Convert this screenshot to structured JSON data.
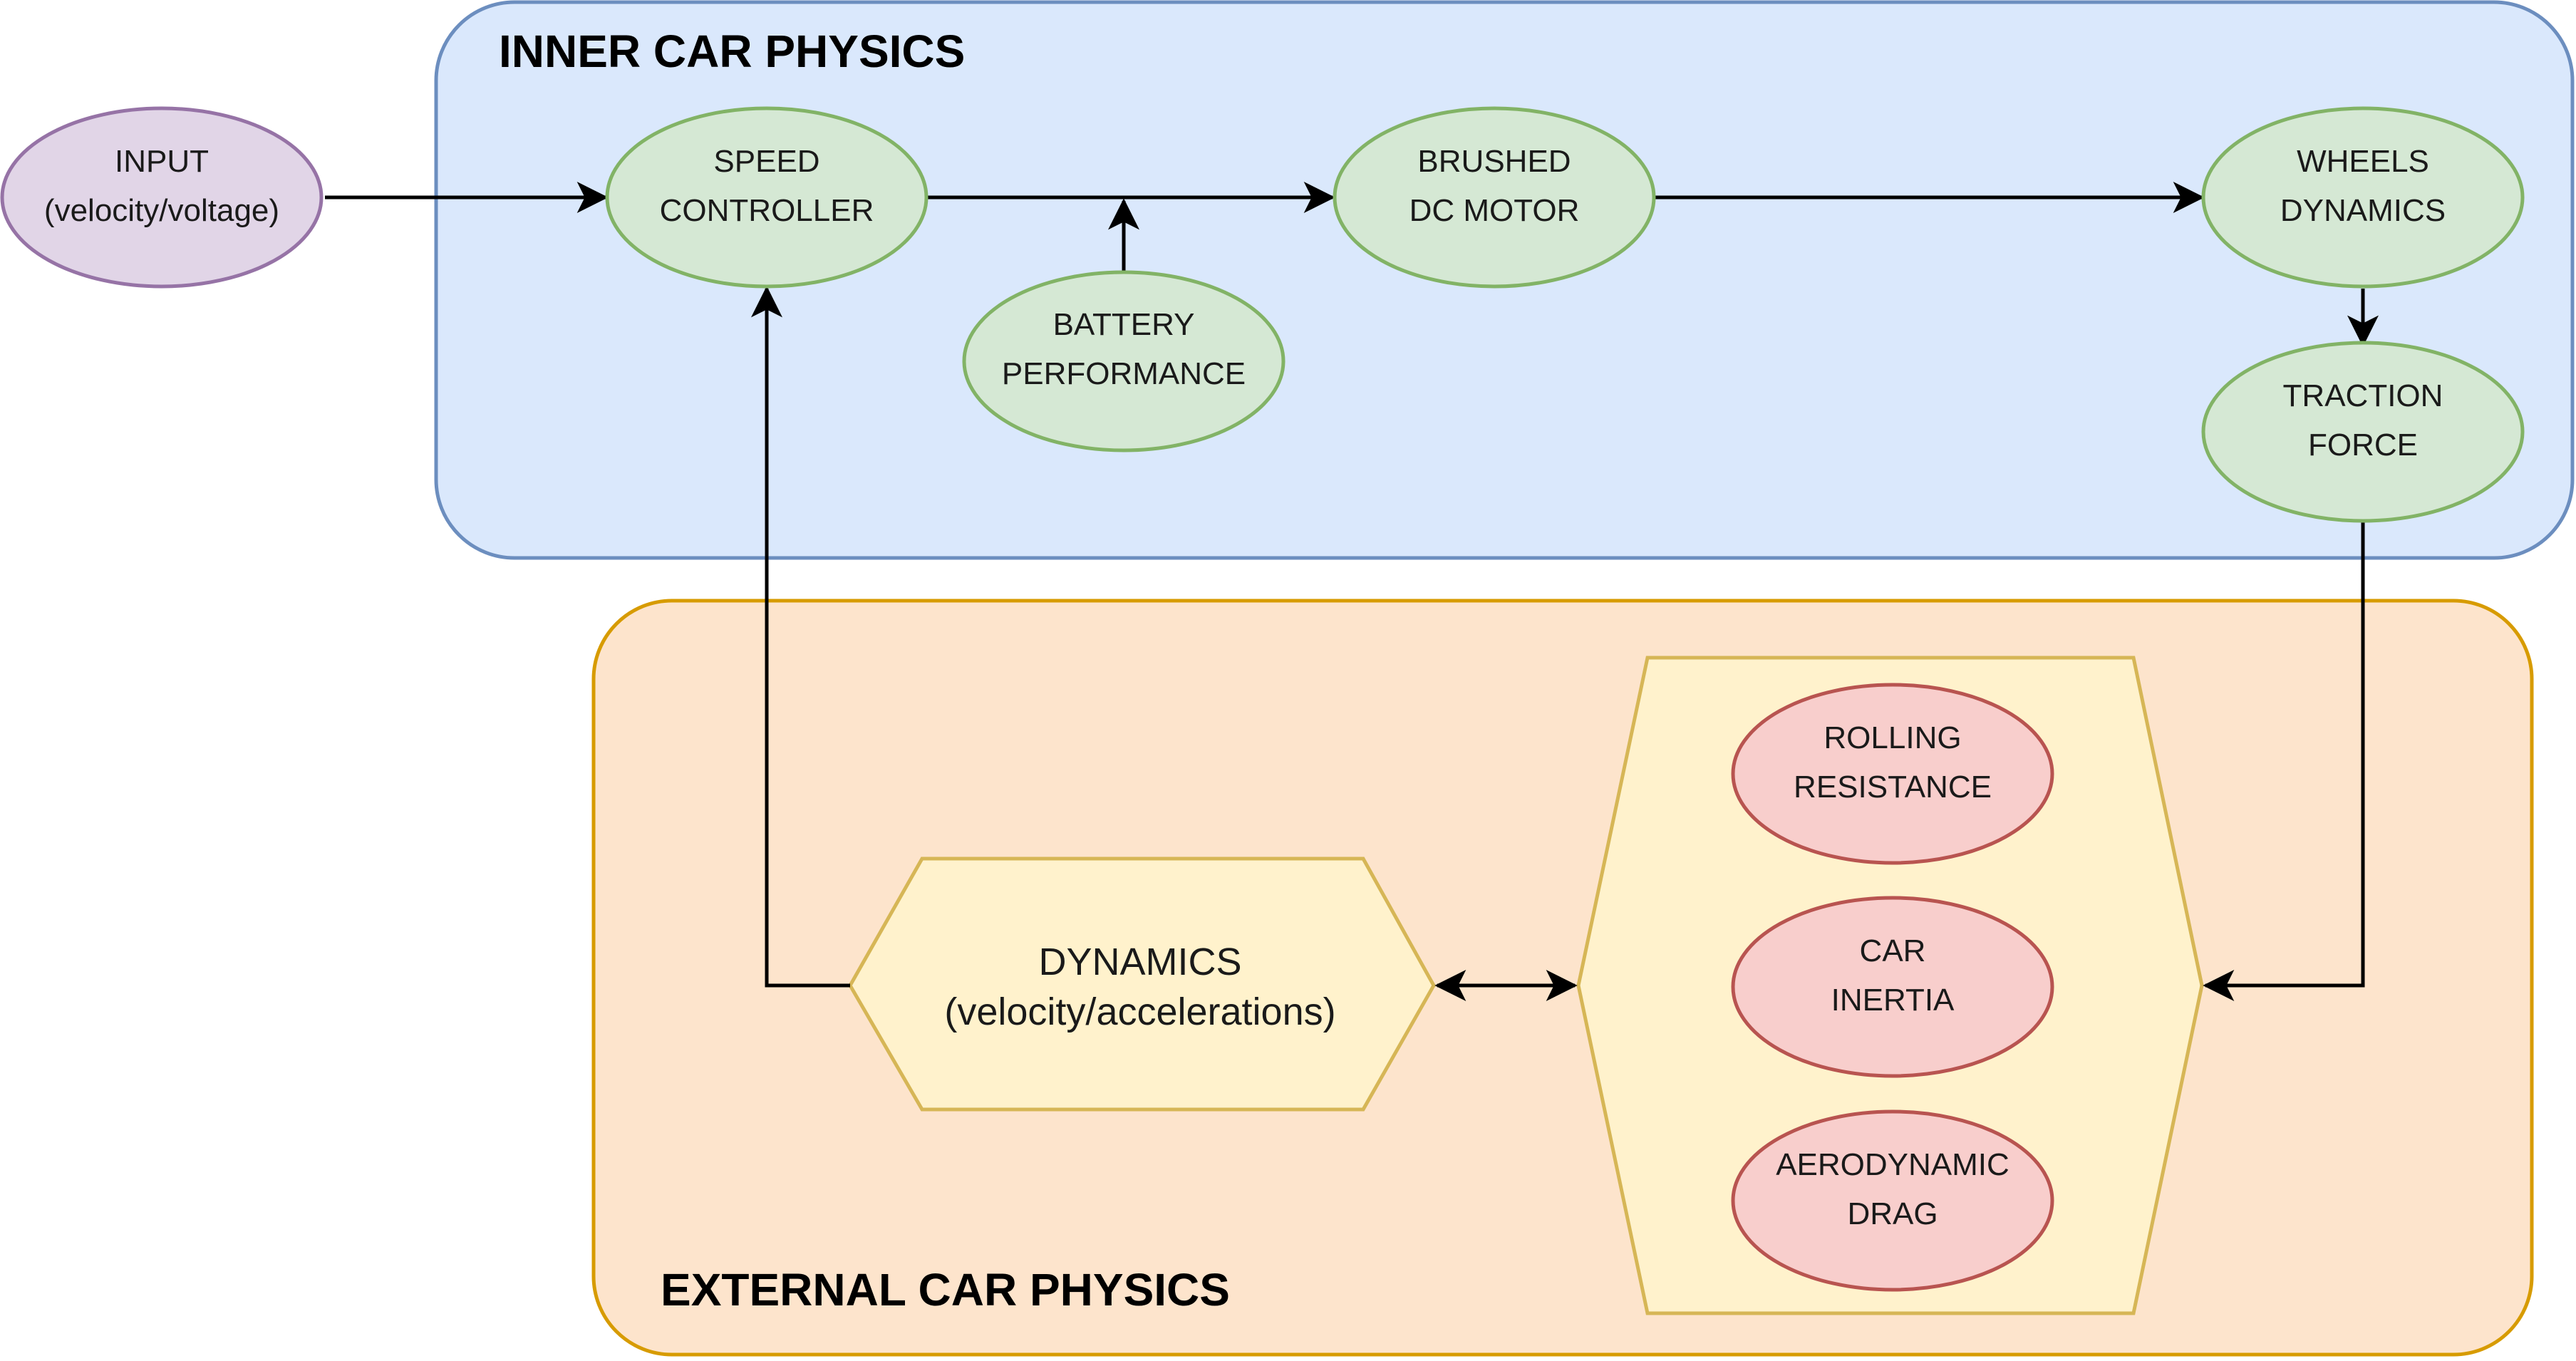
{
  "sections": {
    "inner": {
      "title": "INNER CAR PHYSICS",
      "fill": "#dae8fc",
      "stroke": "#6c8ebf"
    },
    "external": {
      "title": "EXTERNAL CAR PHYSICS",
      "fill": "#fde4cc",
      "stroke": "#d79b00"
    }
  },
  "nodes": {
    "input": {
      "line1": "INPUT",
      "line2": "(velocity/voltage)",
      "fill": "#e1d5e7",
      "stroke": "#9673a6"
    },
    "speed_controller": {
      "line1": "SPEED",
      "line2": "CONTROLLER",
      "fill": "#d5e8d4",
      "stroke": "#82b366"
    },
    "battery": {
      "line1": "BATTERY",
      "line2": "PERFORMANCE",
      "fill": "#d5e8d4",
      "stroke": "#82b366"
    },
    "motor": {
      "line1": "BRUSHED",
      "line2": "DC MOTOR",
      "fill": "#d5e8d4",
      "stroke": "#82b366"
    },
    "wheels": {
      "line1": "WHEELS",
      "line2": "DYNAMICS",
      "fill": "#d5e8d4",
      "stroke": "#82b366"
    },
    "traction": {
      "line1": "TRACTION",
      "line2": "FORCE",
      "fill": "#d5e8d4",
      "stroke": "#82b366"
    },
    "dynamics": {
      "line1": "DYNAMICS",
      "line2": "(velocity/accelerations)",
      "fill": "#fff2cc",
      "stroke": "#d6b656"
    },
    "forces_group": {
      "fill": "#fff2cc",
      "stroke": "#d6b656"
    },
    "rolling": {
      "line1": "ROLLING",
      "line2": "RESISTANCE",
      "fill": "#f8cecc",
      "stroke": "#b85450"
    },
    "inertia": {
      "line1": "CAR",
      "line2": "INERTIA",
      "fill": "#f8cecc",
      "stroke": "#b85450"
    },
    "drag": {
      "line1": "AERODYNAMIC",
      "line2": "DRAG",
      "fill": "#f8cecc",
      "stroke": "#b85450"
    }
  }
}
